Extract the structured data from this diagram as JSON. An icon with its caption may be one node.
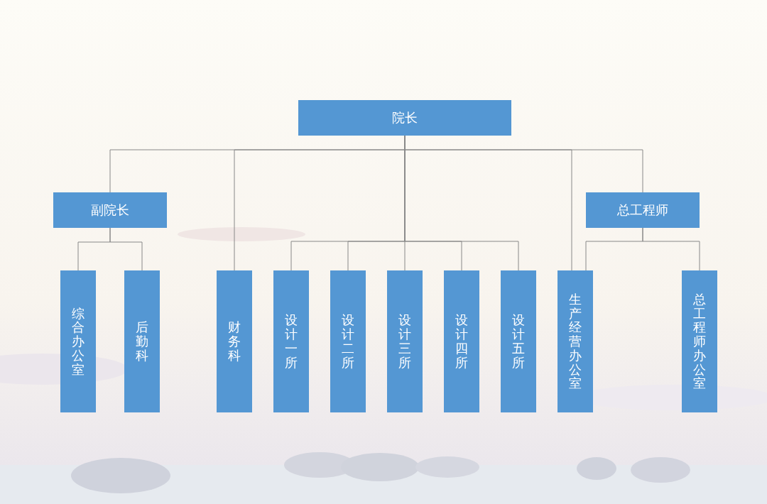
{
  "diagram": {
    "nodes": [
      {
        "text": [
          "院长"
        ]
      },
      {
        "text": [
          "副院长"
        ]
      },
      {
        "text": [
          "总工程师"
        ]
      },
      {
        "text": [
          "综合办公室"
        ]
      },
      {
        "text": [
          "后勤科"
        ]
      },
      {
        "text": [
          "财务科"
        ]
      },
      {
        "text": [
          "设计一所"
        ]
      },
      {
        "text": [
          "设计二所"
        ]
      },
      {
        "text": [
          "设计三所"
        ]
      },
      {
        "text": [
          "设计四所"
        ]
      },
      {
        "text": [
          "设计五所"
        ]
      },
      {
        "text": [
          "生产经营办公室"
        ]
      },
      {
        "text": [
          "总工程师办公室"
        ]
      }
    ],
    "edges": [
      {
        "from": 0,
        "to": 1,
        "arrow": "none"
      },
      {
        "from": 0,
        "to": 5,
        "arrow": "none"
      },
      {
        "from": 0,
        "to": 6,
        "arrow": "none"
      },
      {
        "from": 0,
        "to": 7,
        "arrow": "none"
      },
      {
        "from": 0,
        "to": 8,
        "arrow": "none"
      },
      {
        "from": 0,
        "to": 9,
        "arrow": "none"
      },
      {
        "from": 0,
        "to": 10,
        "arrow": "none"
      },
      {
        "from": 0,
        "to": 11,
        "arrow": "none"
      },
      {
        "from": 0,
        "to": 2,
        "arrow": "none"
      },
      {
        "from": 1,
        "to": 3,
        "arrow": "none"
      },
      {
        "from": 1,
        "to": 4,
        "arrow": "none"
      },
      {
        "from": 2,
        "to": 11,
        "arrow": "none"
      },
      {
        "from": 2,
        "to": 12,
        "arrow": "none"
      }
    ]
  }
}
